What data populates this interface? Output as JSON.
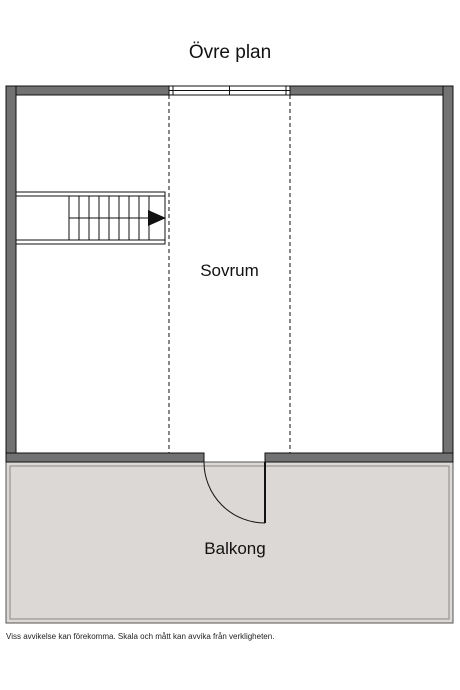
{
  "title": "Övre plan",
  "rooms": {
    "bedroom": "Sovrum",
    "balcony": "Balkong"
  },
  "disclaimer": "Viss avvikelse kan förekomma. Skala och mått kan avvika från verkligheten.",
  "colors": {
    "wall": "#727272",
    "balcony_fill": "#dcd8d5",
    "line": "#111111"
  }
}
